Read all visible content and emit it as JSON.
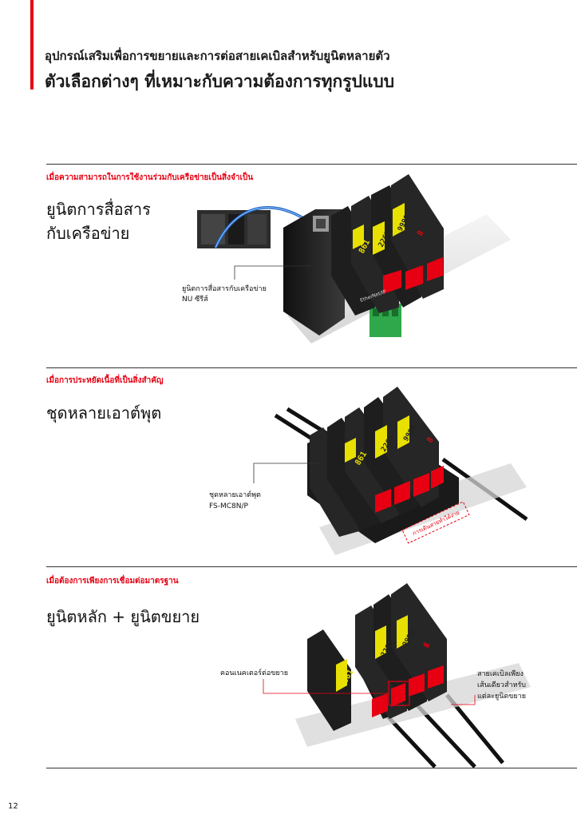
{
  "header": {
    "subtitle": "อุปกรณ์เสริมเพื่อการขยายและการต่อสายเคเบิลสำหรับยูนิตหลายตัว",
    "title": "ตัวเลือกต่างๆ ที่เหมาะกับความต้องการทุกรูปแบบ"
  },
  "sections": [
    {
      "tag": "เมื่อความสามารถในการใช้งานร่วมกับเครือข่ายเป็นสิ่งจำเป็น",
      "title_line1": "ยูนิตการสื่อสาร",
      "title_line2": "กับเครือข่าย",
      "callout_line1": "ยูนิตการสื่อสารกับเครือข่าย",
      "callout_line2": "NU ซีรีส์",
      "device_label": "EtherNet/IP"
    },
    {
      "tag": "เมื่อการประหยัดเนื้อที่เป็นสิ่งสำคัญ",
      "title": "ชุดหลายเอาต์พุต",
      "callout_line1": "ชุดหลายเอาต์พุต",
      "callout_line2": "FS-MC8N/P",
      "stamp": "การเดินสายทำได้ง่าย"
    },
    {
      "tag": "เมื่อต้องการเพียงการเชื่อมต่อมาตรฐาน",
      "title": "ยูนิตหลัก + ยูนิตขยาย",
      "callout_connector": "คอนเนคเตอร์ต่อขยาย",
      "callout_cable_line1": "สายเคเบิลเพียง",
      "callout_cable_line2": "เส้นเดียวสำหรับ",
      "callout_cable_line3": "แต่ละยูนิตขยาย"
    }
  ],
  "lcd": {
    "value_a": "2263",
    "value_b": "9999",
    "value_c": "861",
    "value_d": "8"
  },
  "page": {
    "number": "12"
  },
  "colors": {
    "accent": "#e60012",
    "lcd": "#e8e000",
    "body": "#1e1e1e"
  }
}
